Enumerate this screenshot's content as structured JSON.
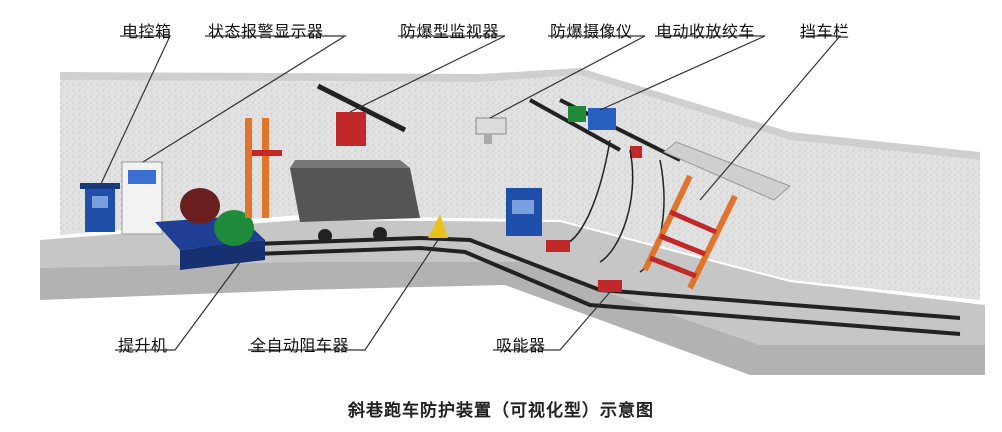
{
  "labels": {
    "control_box": "电控箱",
    "alarm_display": "状态报警显示器",
    "explosion_proof_monitor": "防爆型监视器",
    "explosion_proof_camera": "防爆摄像仪",
    "electric_winch": "电动收放绞车",
    "car_barrier": "挡车栏",
    "hoist": "提升机",
    "auto_car_stopper": "全自动阻车器",
    "energy_absorber": "吸能器"
  },
  "caption": "斜巷跑车防护装置（可视化型）示意图",
  "colors": {
    "wall": "#dcdcdc",
    "floor": "#c9c9c9",
    "rail": "#222222",
    "leader_line": "#333333",
    "cabinet_blue": "#1f4fa8",
    "motor_green": "#1e8a3a",
    "barrier_orange": "#e0742a",
    "device_red": "#c0282a"
  }
}
